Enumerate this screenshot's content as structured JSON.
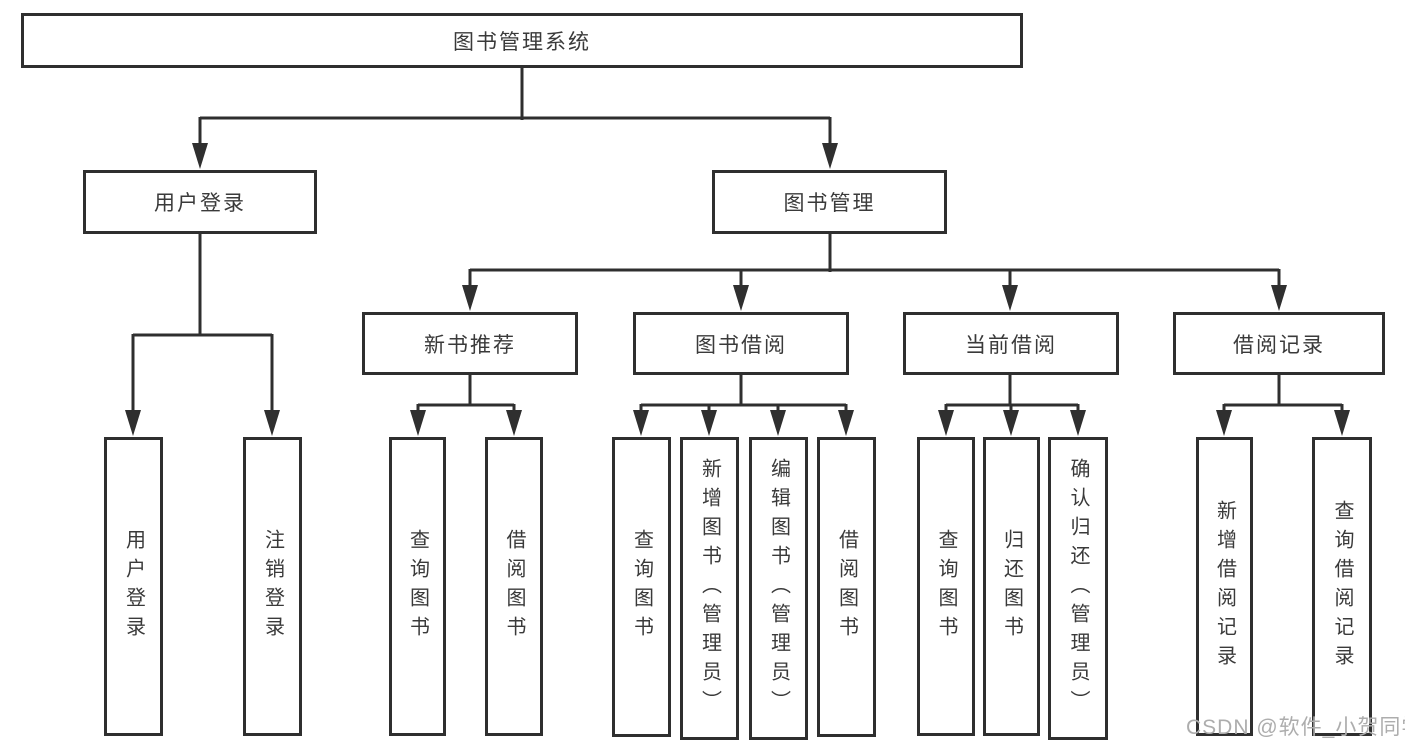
{
  "diagram": {
    "type": "tree",
    "root": {
      "label": "图书管理系统"
    },
    "branches": [
      {
        "label": "用户登录",
        "children": [
          {
            "label": "用户登录"
          },
          {
            "label": "注销登录"
          }
        ]
      },
      {
        "label": "图书管理",
        "children": [
          {
            "label": "新书推荐",
            "children": [
              {
                "label": "查询图书"
              },
              {
                "label": "借阅图书"
              }
            ]
          },
          {
            "label": "图书借阅",
            "children": [
              {
                "label": "查询图书"
              },
              {
                "label": "新增图书（管理员）"
              },
              {
                "label": "编辑图书（管理员）"
              },
              {
                "label": "借阅图书"
              }
            ]
          },
          {
            "label": "当前借阅",
            "children": [
              {
                "label": "查询图书"
              },
              {
                "label": "归还图书"
              },
              {
                "label": "确认归还（管理员）"
              }
            ]
          },
          {
            "label": "借阅记录",
            "children": [
              {
                "label": "新增借阅记录"
              },
              {
                "label": "查询借阅记录"
              }
            ]
          }
        ]
      }
    ],
    "colors": {
      "line": "#2f2f2f",
      "text": "#3a3a3a",
      "box_background": "#ffffff"
    }
  },
  "watermark": {
    "text": "CSDN @软件_小贺同学",
    "color": "#adadad"
  }
}
